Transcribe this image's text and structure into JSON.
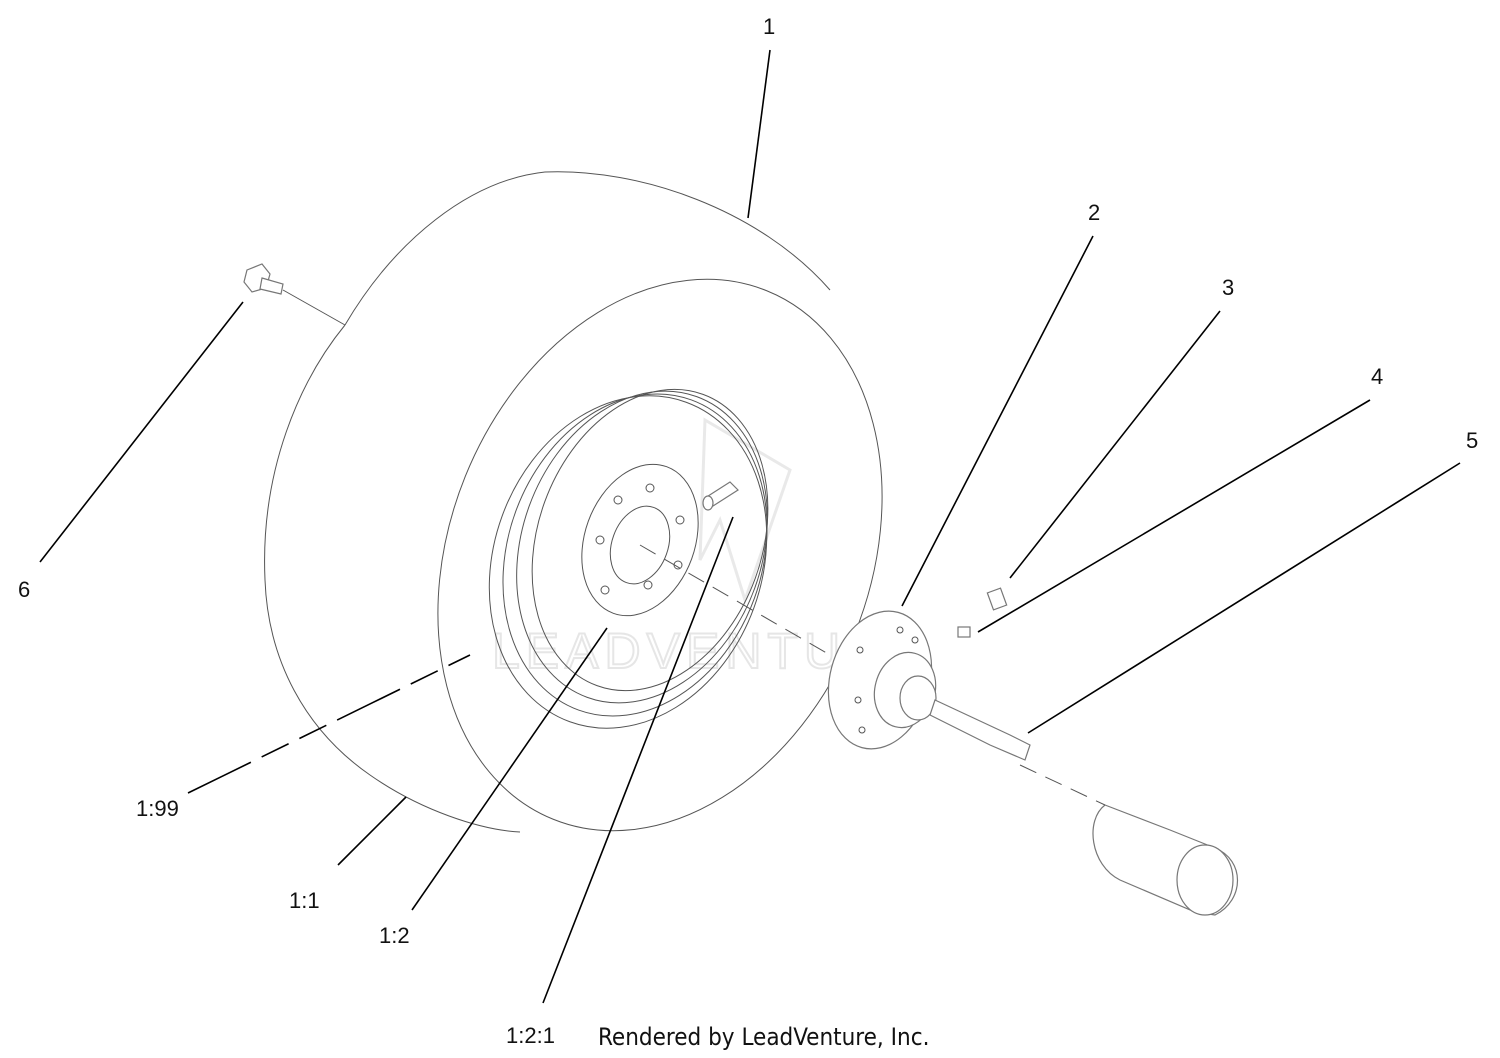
{
  "callouts": [
    {
      "id": "1",
      "text": "1"
    },
    {
      "id": "2",
      "text": "2"
    },
    {
      "id": "3",
      "text": "3"
    },
    {
      "id": "4",
      "text": "4"
    },
    {
      "id": "5",
      "text": "5"
    },
    {
      "id": "6",
      "text": "6"
    },
    {
      "id": "1-99",
      "text": "1:99"
    },
    {
      "id": "1-1",
      "text": "1:1"
    },
    {
      "id": "1-2",
      "text": "1:2"
    },
    {
      "id": "1-2-1",
      "text": "1:2:1"
    }
  ],
  "watermark": "LEADVENTURE",
  "footer": "Rendered by LeadVenture, Inc."
}
